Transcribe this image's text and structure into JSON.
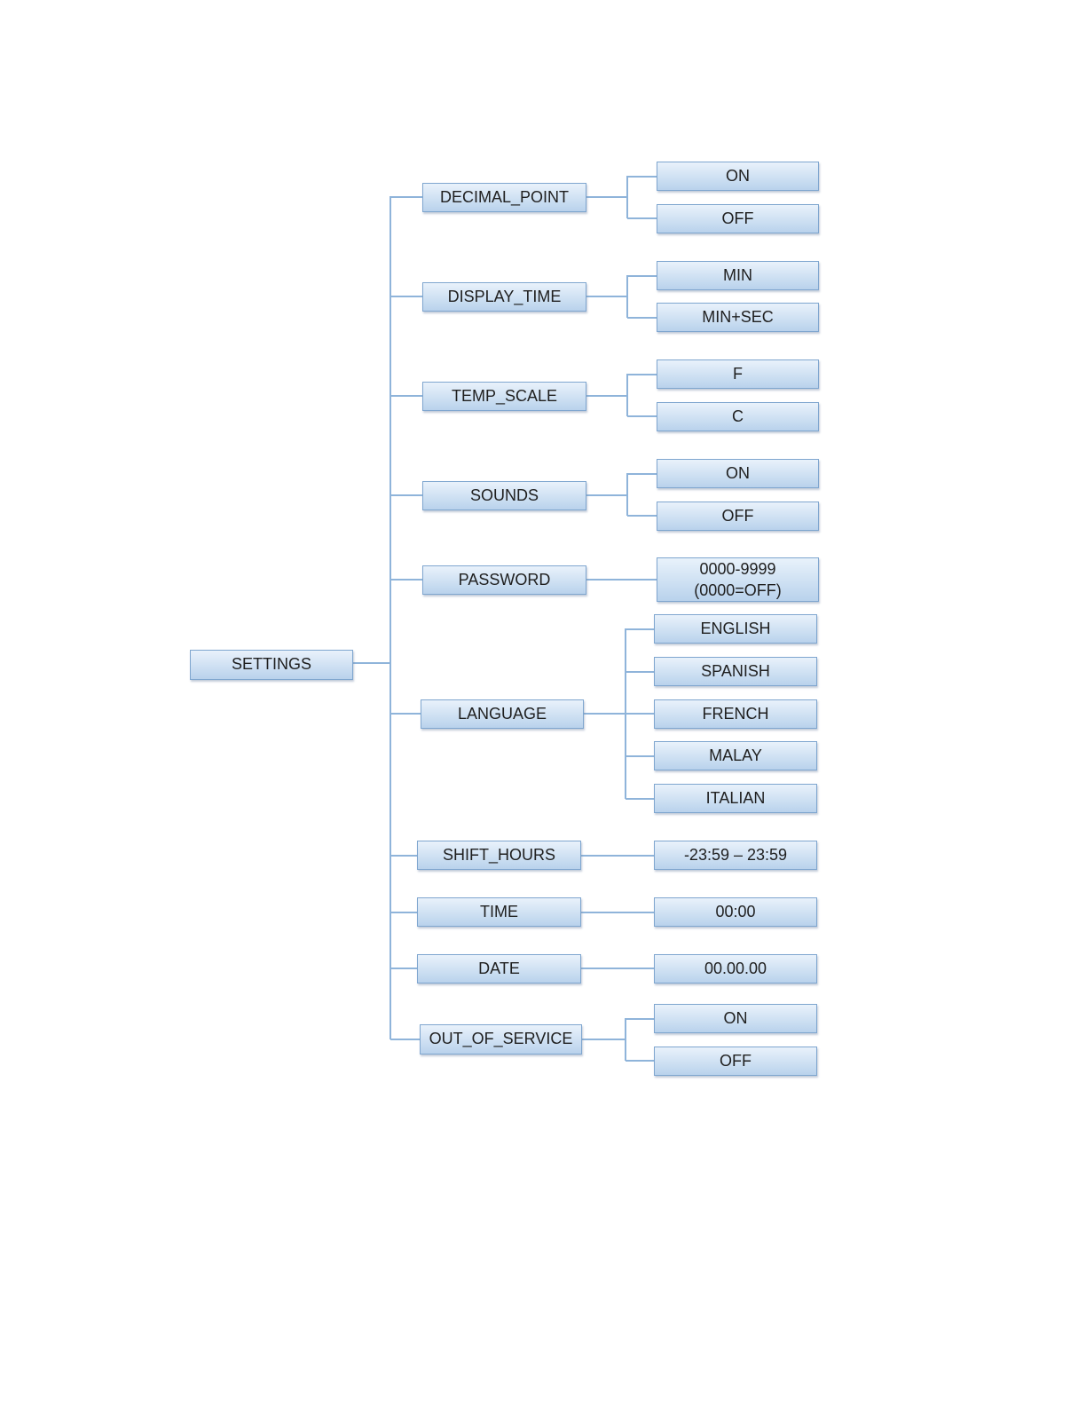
{
  "root": {
    "label": "SETTINGS"
  },
  "branches": [
    {
      "label": "DECIMAL_POINT",
      "options": [
        "ON",
        "OFF"
      ]
    },
    {
      "label": "DISPLAY_TIME",
      "options": [
        "MIN",
        "MIN+SEC"
      ]
    },
    {
      "label": "TEMP_SCALE",
      "options": [
        "F",
        "C"
      ]
    },
    {
      "label": "SOUNDS",
      "options": [
        "ON",
        "OFF"
      ]
    },
    {
      "label": "PASSWORD",
      "options": [
        "0000-9999\n(0000=OFF)"
      ]
    },
    {
      "label": "LANGUAGE",
      "options": [
        "ENGLISH",
        "SPANISH",
        "FRENCH",
        "MALAY",
        "ITALIAN"
      ]
    },
    {
      "label": "SHIFT_HOURS",
      "options": [
        "-23:59 – 23:59"
      ]
    },
    {
      "label": "TIME",
      "options": [
        "00:00"
      ]
    },
    {
      "label": "DATE",
      "options": [
        "00.00.00"
      ]
    },
    {
      "label": "OUT_OF_SERVICE",
      "options": [
        "ON",
        "OFF"
      ]
    }
  ],
  "colors": {
    "box_border": "#7fa6cf",
    "box_fill_top": "#e9f2fb",
    "box_fill_bottom": "#b9d2ec",
    "connector": "#8fb4da"
  }
}
